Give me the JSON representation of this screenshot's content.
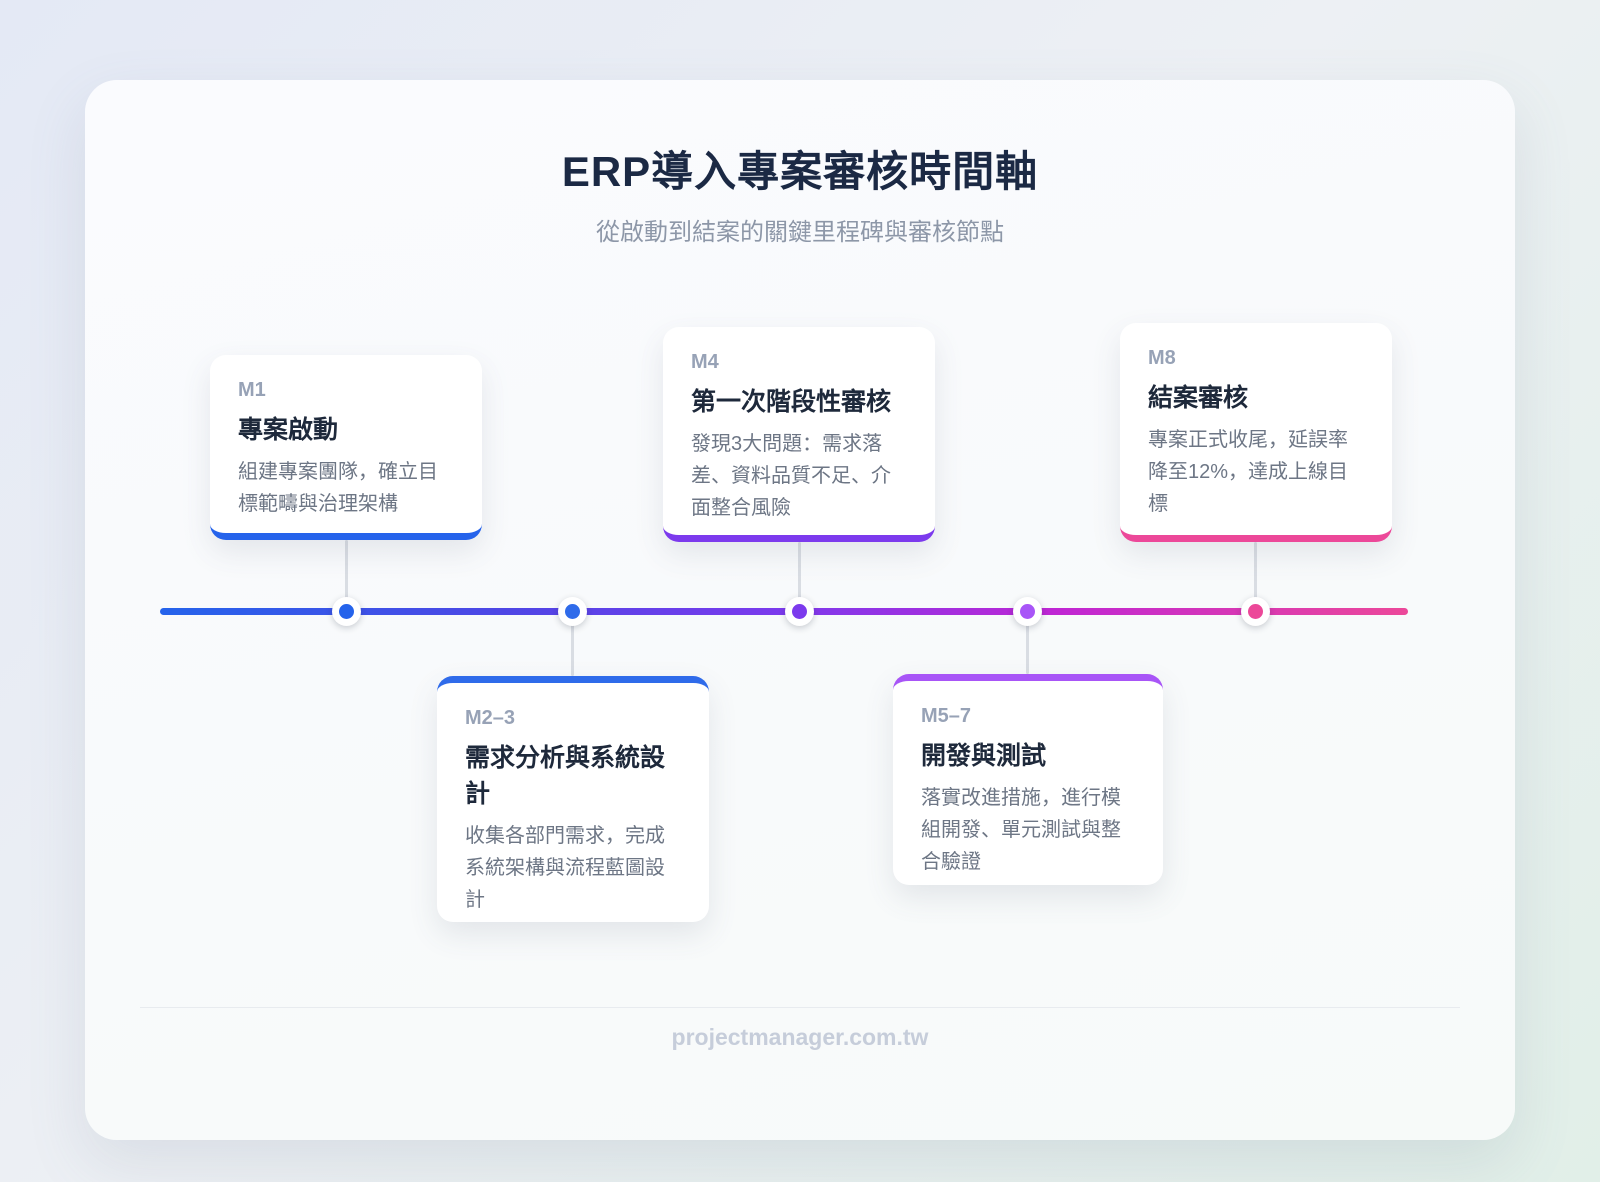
{
  "header": {
    "title": "ERP導入專案審核時間軸",
    "subtitle": "從啟動到結案的關鍵里程碑與審核節點"
  },
  "timeline": {
    "gradient": [
      "#2563eb 0%",
      "#4f46e5 28%",
      "#7c3aed 50%",
      "#c026d3 72%",
      "#ec4899 100%"
    ]
  },
  "milestones": [
    {
      "label": "M1",
      "title": "專案啟動",
      "description": "組建專案團隊，確立目標範疇與治理架構",
      "accent": "#2563eb",
      "position": "above"
    },
    {
      "label": "M2–3",
      "title": "需求分析與系統設計",
      "description": "收集各部門需求，完成系統架構與流程藍圖設計",
      "accent": "#2f6bea",
      "position": "below"
    },
    {
      "label": "M4",
      "title": "第一次階段性審核",
      "description": "發現3大問題：需求落差、資料品質不足、介面整合風險",
      "accent": "#7c3aed",
      "position": "above"
    },
    {
      "label": "M5–7",
      "title": "開發與測試",
      "description": "落實改進措施，進行模組開發、單元測試與整合驗證",
      "accent": "#a855f7",
      "position": "below"
    },
    {
      "label": "M8",
      "title": "結案審核",
      "description": "專案正式收尾，延誤率降至12%，達成上線目標",
      "accent": "#ec4899",
      "position": "above"
    }
  ],
  "footer": {
    "text": "projectmanager.com.tw"
  }
}
